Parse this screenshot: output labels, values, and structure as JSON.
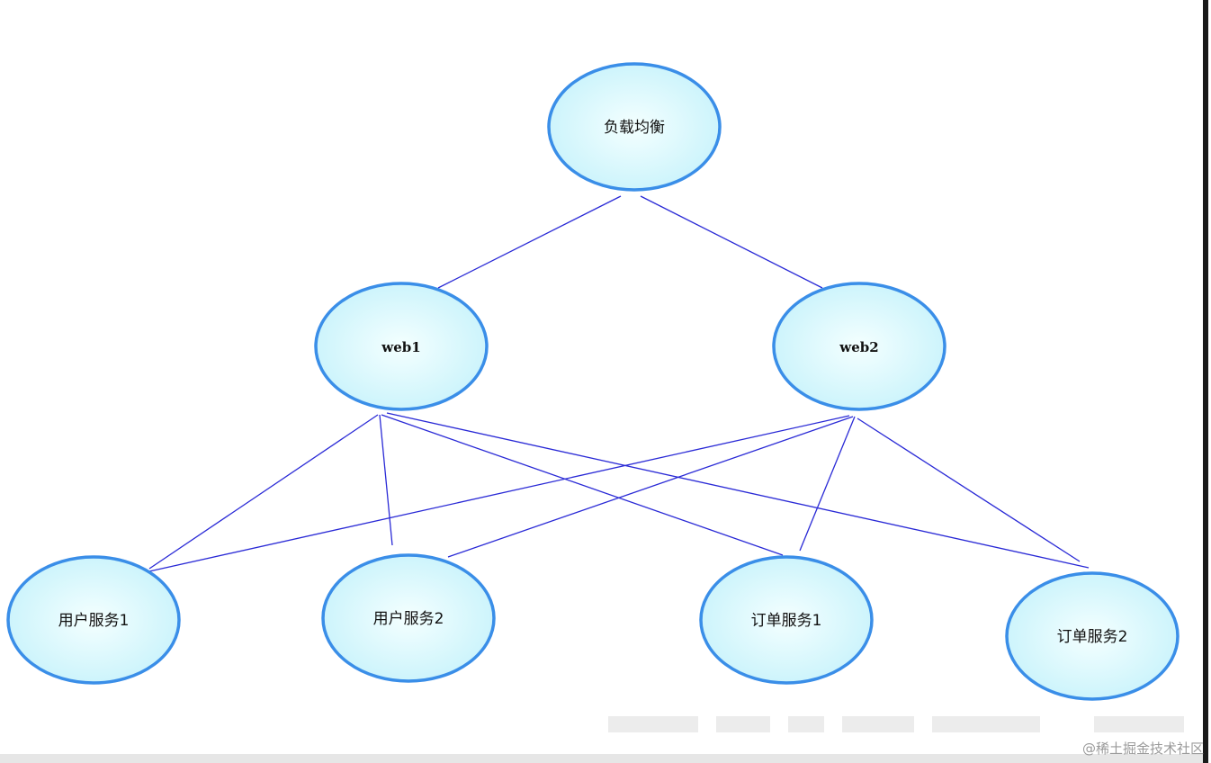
{
  "diagram": {
    "nodes": [
      {
        "id": "lb",
        "label": "负载均衡"
      },
      {
        "id": "web1",
        "label": "web1"
      },
      {
        "id": "web2",
        "label": "web2"
      },
      {
        "id": "user1",
        "label": "用户服务1"
      },
      {
        "id": "user2",
        "label": "用户服务2"
      },
      {
        "id": "order1",
        "label": "订单服务1"
      },
      {
        "id": "order2",
        "label": "订单服务2"
      }
    ],
    "edges": [
      {
        "from": "lb",
        "to": "web1"
      },
      {
        "from": "lb",
        "to": "web2"
      },
      {
        "from": "web1",
        "to": "user1"
      },
      {
        "from": "web1",
        "to": "user2"
      },
      {
        "from": "web1",
        "to": "order1"
      },
      {
        "from": "web1",
        "to": "order2"
      },
      {
        "from": "web2",
        "to": "user1"
      },
      {
        "from": "web2",
        "to": "user2"
      },
      {
        "from": "web2",
        "to": "order1"
      },
      {
        "from": "web2",
        "to": "order2"
      }
    ],
    "colors": {
      "node_stroke": "#3a8ee8",
      "node_fill_inner": "#f4ffff",
      "node_fill_outer": "#c9f3fb",
      "edge": "#2a2ad6"
    }
  },
  "watermark": "@稀土掘金技术社区"
}
